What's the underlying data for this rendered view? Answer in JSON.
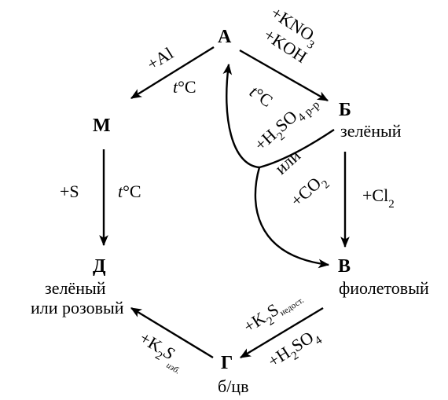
{
  "nodes": {
    "a": "А",
    "b": "Б",
    "v": "В",
    "g": "Г",
    "d": "Д",
    "m": "М"
  },
  "colors": {
    "b": "зелёный",
    "v": "фиолетовый",
    "g": "б/цв",
    "d_line1": "зелёный",
    "d_line2": "или розовый"
  },
  "reagents": {
    "a_to_m": {
      "plus_al": "+Al",
      "heat": "t",
      "deg_c": "°C"
    },
    "m_to_d": {
      "plus_s": "+S",
      "heat": "t",
      "deg_c": "°C"
    },
    "a_to_b": {
      "plus_kno": "+KNO",
      "sub_3": "3",
      "plus_koh": "+KOH",
      "heat": "t",
      "deg_c": "°C"
    },
    "b_to_v": {
      "plus_cl": "+Cl",
      "sub_2": "2"
    },
    "curve_b_a": {
      "plus_h": "+H",
      "sub_2": "2",
      "so": "SO",
      "sub_4rr": "4 р-р"
    },
    "curve_b_v": {
      "ili": "или",
      "plus_co": "+CO",
      "sub_2": "2"
    },
    "v_to_g": {
      "plus_k": "+K",
      "sub_2": "2",
      "s": "S",
      "sub_nedost": "недост.",
      "plus_h": "+H",
      "sub_2b": "2",
      "so": "SO",
      "sub_4": "4"
    },
    "g_to_d": {
      "plus_k": "+K",
      "sub_2": "2",
      "s": "S",
      "sub_izb": "изб."
    }
  }
}
